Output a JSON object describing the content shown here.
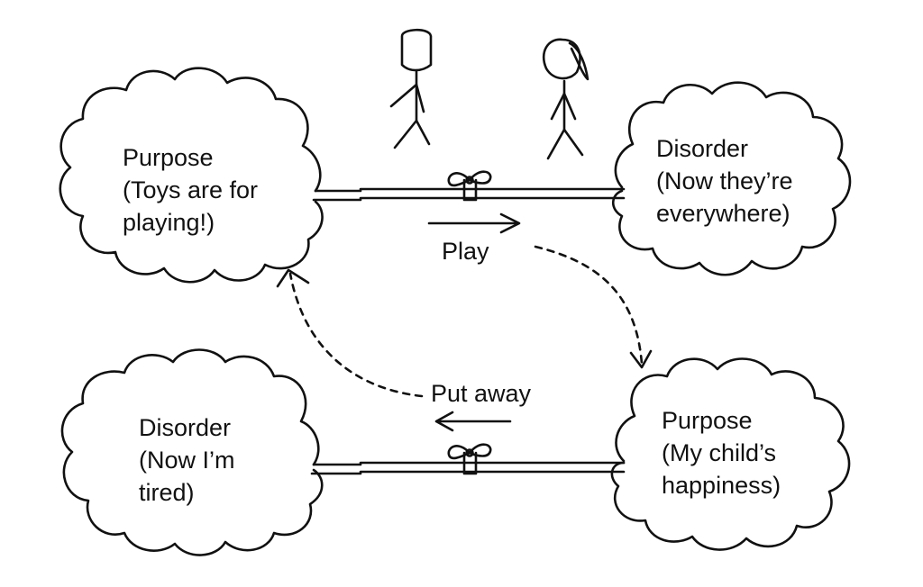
{
  "diagram": {
    "top_left": {
      "title": "Purpose",
      "line2": "(Toys are for",
      "line3": "playing!)"
    },
    "top_right": {
      "title": "Disorder",
      "line2": "(Now they’re",
      "line3": "everywhere)"
    },
    "bottom_left": {
      "title": "Disorder",
      "line2": "(Now I’m",
      "line3": "tired)"
    },
    "bottom_right": {
      "title": "Purpose",
      "line2": "(My child’s",
      "line3": "happiness)"
    },
    "flows": {
      "play": "Play",
      "put_away": "Put away"
    },
    "colors": {
      "ink": "#111111",
      "background": "#ffffff"
    }
  }
}
